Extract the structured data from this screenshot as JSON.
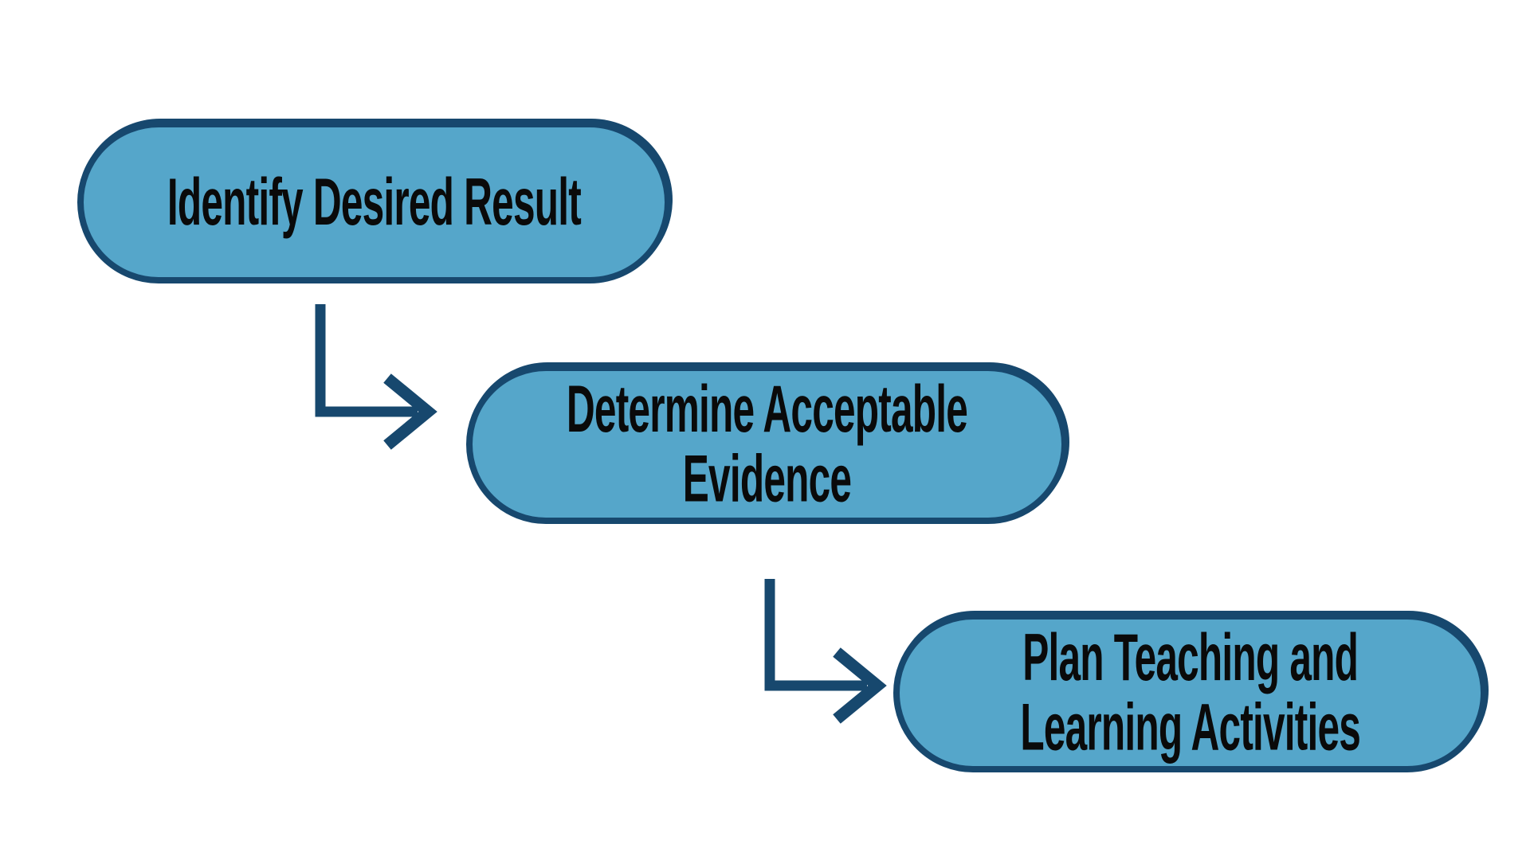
{
  "theme": {
    "background": "#ffffff",
    "node-fill": "#55a6ca",
    "node-border": "#17486e",
    "arrow-color": "#17486e",
    "text-color": "#0a0a0a"
  },
  "diagram": {
    "type": "flowchart",
    "nodes": [
      {
        "id": "identify-desired-result",
        "label": "Identify Desired Result",
        "line1": "Identify Desired Result",
        "line2": ""
      },
      {
        "id": "determine-acceptable-evidence",
        "label": "Determine Acceptable Evidence",
        "line1": "Determine Acceptable",
        "line2": "Evidence"
      },
      {
        "id": "plan-teaching-and-learning-activities",
        "label": "Plan Teaching and Learning Activities",
        "line1": "Plan Teaching and",
        "line2": "Learning Activities"
      }
    ],
    "connectors": [
      {
        "from": "identify-desired-result",
        "to": "determine-acceptable-evidence",
        "style": "elbow-down-right"
      },
      {
        "from": "determine-acceptable-evidence",
        "to": "plan-teaching-and-learning-activities",
        "style": "elbow-down-right"
      }
    ]
  }
}
